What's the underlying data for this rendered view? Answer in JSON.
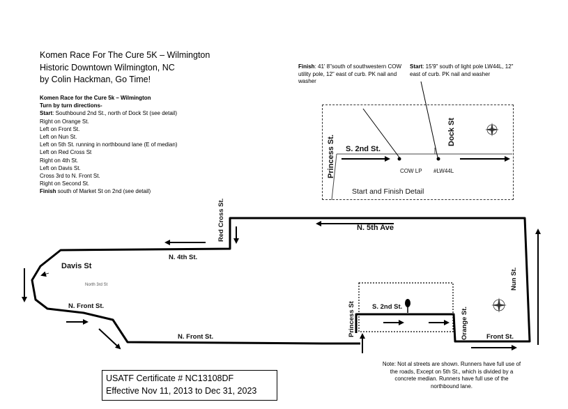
{
  "title": {
    "line1": "Komen Race For The Cure 5K – Wilmington",
    "line2": "Historic Downtown Wilmington, NC",
    "line3": "by Colin Hackman, Go Time!"
  },
  "directions": {
    "heading": "Komen Race for the Cure 5k – Wilmington",
    "subheading": "Turn by turn directions-",
    "steps": [
      {
        "bold": "Start",
        "text": ": Southbound 2nd St., north of Dock St (see detail)"
      },
      {
        "bold": "",
        "text": "Right on Orange St."
      },
      {
        "bold": "",
        "text": "Left on Front St."
      },
      {
        "bold": "",
        "text": "Left on Nun St."
      },
      {
        "bold": "",
        "text": "Left on 5th St. running in northbound lane (E of median)"
      },
      {
        "bold": "",
        "text": "Left on Red Cross St"
      },
      {
        "bold": "",
        "text": "Right on 4th St."
      },
      {
        "bold": "",
        "text": "Left on Davis St."
      },
      {
        "bold": "",
        "text": "Cross 3rd to N. Front St."
      },
      {
        "bold": "",
        "text": "Right on Second St."
      },
      {
        "bold": "Finish",
        "text": " south of Market St on 2nd (see detail)"
      }
    ]
  },
  "finish_note": {
    "label": "Finish",
    "text": ": 41' 8\"south of southwestern COW utility pole, 12\" east of curb. PK nail and washer"
  },
  "start_note": {
    "label": "Start",
    "text": ": 15'9\" south of light pole LW44L, 12\" east of curb.  PK nail and washer"
  },
  "detail": {
    "title": "Start and Finish Detail",
    "street_s2nd": "S. 2nd St.",
    "street_princess": "Princess St.",
    "street_dock": "Dock St",
    "marker_cow": "COW LP",
    "marker_lw": "#LW44L"
  },
  "map_labels": {
    "red_cross": "Red Cross St.",
    "n5th": "N. 5th Ave",
    "n4th": "N. 4th St.",
    "davis": "Davis St",
    "north3rd": "North 3rd St",
    "nfront1": "N. Front St.",
    "nfront2": "N. Front St.",
    "princess": "Princess St",
    "s2nd": "S. 2nd St.",
    "orange": "Orange St.",
    "nun": "Nun St.",
    "front": "Front St."
  },
  "certificate": {
    "line1": "USATF Certificate # NC13108DF",
    "line2": "Effective Nov 11, 2013 to Dec 31, 2023"
  },
  "footnote": "Note: Not al streets are shown. Runners have full use of the roads, Except on 5th St., which is divided by a concrete median.  Runners have full use of the northbound lane.",
  "colors": {
    "route": "#000000",
    "map_background": "#ffffff"
  }
}
